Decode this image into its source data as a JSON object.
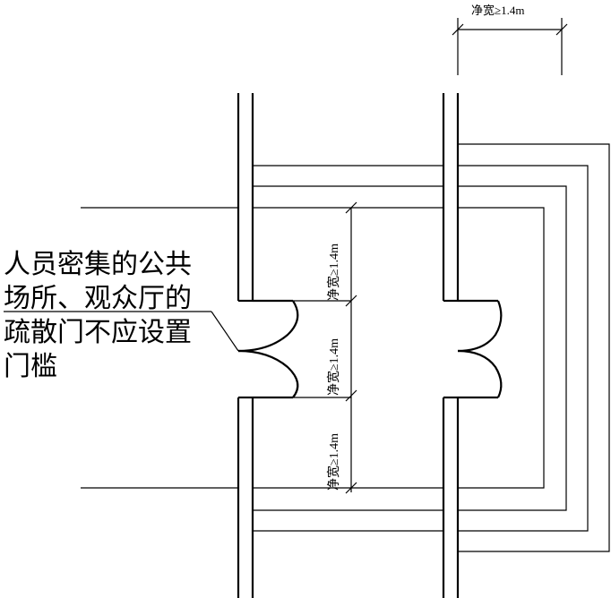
{
  "annotation": {
    "lines": [
      "人员密集的公共",
      "场所、观众厅的",
      "疏散门不应设置",
      "门槛"
    ]
  },
  "dimensions": {
    "top": "净宽≥1.4m",
    "left_upper": "净宽≥1.4m",
    "left_middle": "净宽≥1.4m",
    "left_lower": "净宽≥1.4m"
  }
}
